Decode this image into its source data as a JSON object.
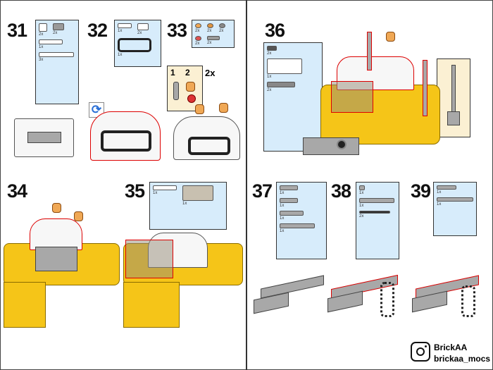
{
  "steps": [
    {
      "number": "31",
      "parts": [
        {
          "kind": "brick",
          "color": "#ffffff",
          "qty": "2x"
        },
        {
          "kind": "slope",
          "color": "#9a9a9a",
          "qty": "2x"
        },
        {
          "kind": "plate4",
          "color": "#ffffff",
          "qty": "1x"
        },
        {
          "kind": "plate6",
          "color": "#ffffff",
          "qty": "3x"
        }
      ]
    },
    {
      "number": "32",
      "parts": [
        {
          "kind": "tile",
          "color": "#ffffff",
          "qty": "1x"
        },
        {
          "kind": "curve",
          "color": "#ffffff",
          "qty": "2x"
        },
        {
          "kind": "frame",
          "color": "#222222",
          "qty": "1x"
        }
      ]
    },
    {
      "number": "33",
      "parts": [
        {
          "kind": "round",
          "color": "#f0a855",
          "qty": "2x"
        },
        {
          "kind": "round",
          "color": "#e09540",
          "qty": "2x"
        },
        {
          "kind": "round",
          "color": "#888888",
          "qty": "2x"
        },
        {
          "kind": "round",
          "color": "#e05050",
          "qty": "2x"
        },
        {
          "kind": "arm",
          "color": "#999999",
          "qty": "2x"
        }
      ],
      "subassembly": {
        "labels": [
          "1",
          "2"
        ],
        "multiplier": "2x"
      }
    },
    {
      "number": "34"
    },
    {
      "number": "35",
      "parts": [
        {
          "kind": "plate4",
          "color": "#ffffff",
          "qty": "1x"
        },
        {
          "kind": "windscreen",
          "color": "#c8c0b0",
          "qty": "1x"
        }
      ]
    },
    {
      "number": "36",
      "parts": [
        {
          "kind": "plate2",
          "color": "#555555",
          "qty": "2x"
        },
        {
          "kind": "wedge",
          "color": "#ffffff",
          "qty": "1x"
        },
        {
          "kind": "spring",
          "color": "#888888",
          "qty": "2x"
        }
      ]
    },
    {
      "number": "37",
      "parts": [
        {
          "kind": "plate3",
          "color": "#a8a8a8",
          "qty": "1x"
        },
        {
          "kind": "plate3",
          "color": "#a8a8a8",
          "qty": "1x"
        },
        {
          "kind": "plate4",
          "color": "#a8a8a8",
          "qty": "1x"
        },
        {
          "kind": "plate6",
          "color": "#a8a8a8",
          "qty": "1x"
        }
      ]
    },
    {
      "number": "38",
      "parts": [
        {
          "kind": "plate1",
          "color": "#a8a8a8",
          "qty": "1x"
        },
        {
          "kind": "plate6",
          "color": "#a8a8a8",
          "qty": "1x"
        },
        {
          "kind": "link",
          "color": "#333333",
          "qty": "2x"
        }
      ]
    },
    {
      "number": "39",
      "parts": [
        {
          "kind": "tile4",
          "color": "#a8a8a8",
          "qty": "1x"
        },
        {
          "kind": "tile8",
          "color": "#a8a8a8",
          "qty": "1x"
        }
      ]
    }
  ],
  "rotate_icon": "rotate-icon",
  "brand": {
    "name": "BrickAA",
    "handle": "brickaa_mocs",
    "icon": "instagram-icon"
  },
  "colors": {
    "panel": "#d7ecfb",
    "subassembly": "#fbf0d3",
    "body": "#f5c518"
  }
}
